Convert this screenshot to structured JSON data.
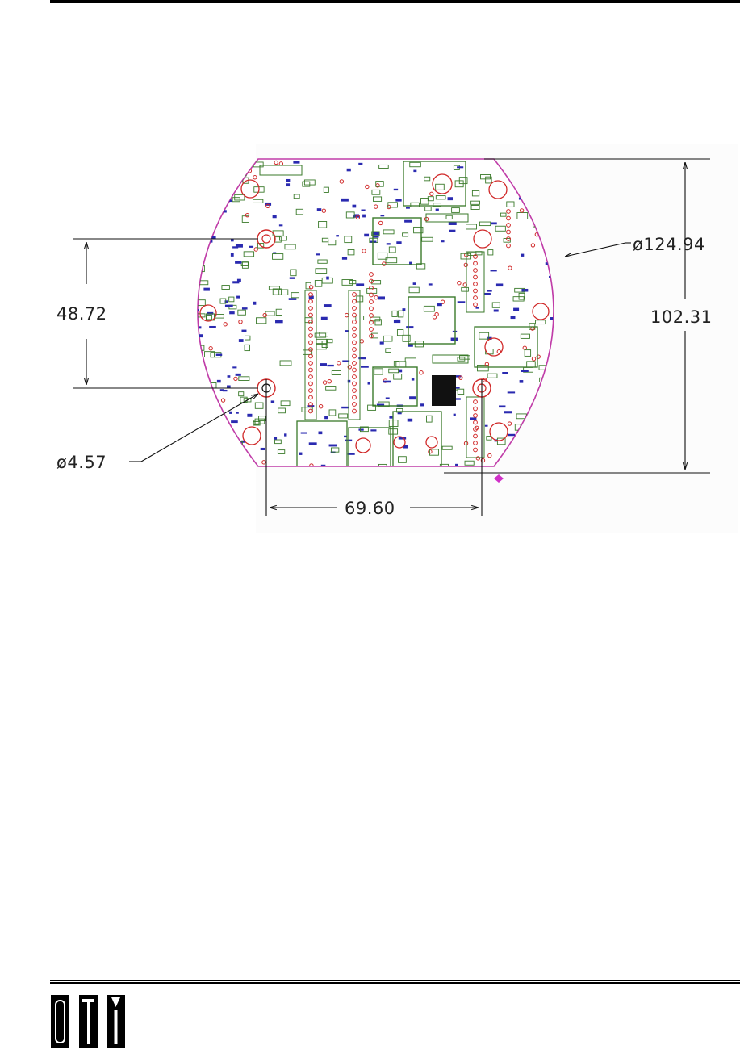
{
  "drawing": {
    "dimensions": {
      "outer_diameter": "ø124.94",
      "height": "102.31",
      "hole_spacing_vertical": "48.72",
      "hole_diameter": "ø4.57",
      "hole_spacing_horizontal": "69.60"
    },
    "colors": {
      "board_outline": "#c03ca8",
      "copper_outline": "#3a7a2a",
      "silkscreen_text": "#2a2ab0",
      "pads": "#d02828",
      "dimension_lines": "#111111"
    }
  },
  "footer": {
    "logo_icon": "oti-logo-icon"
  }
}
